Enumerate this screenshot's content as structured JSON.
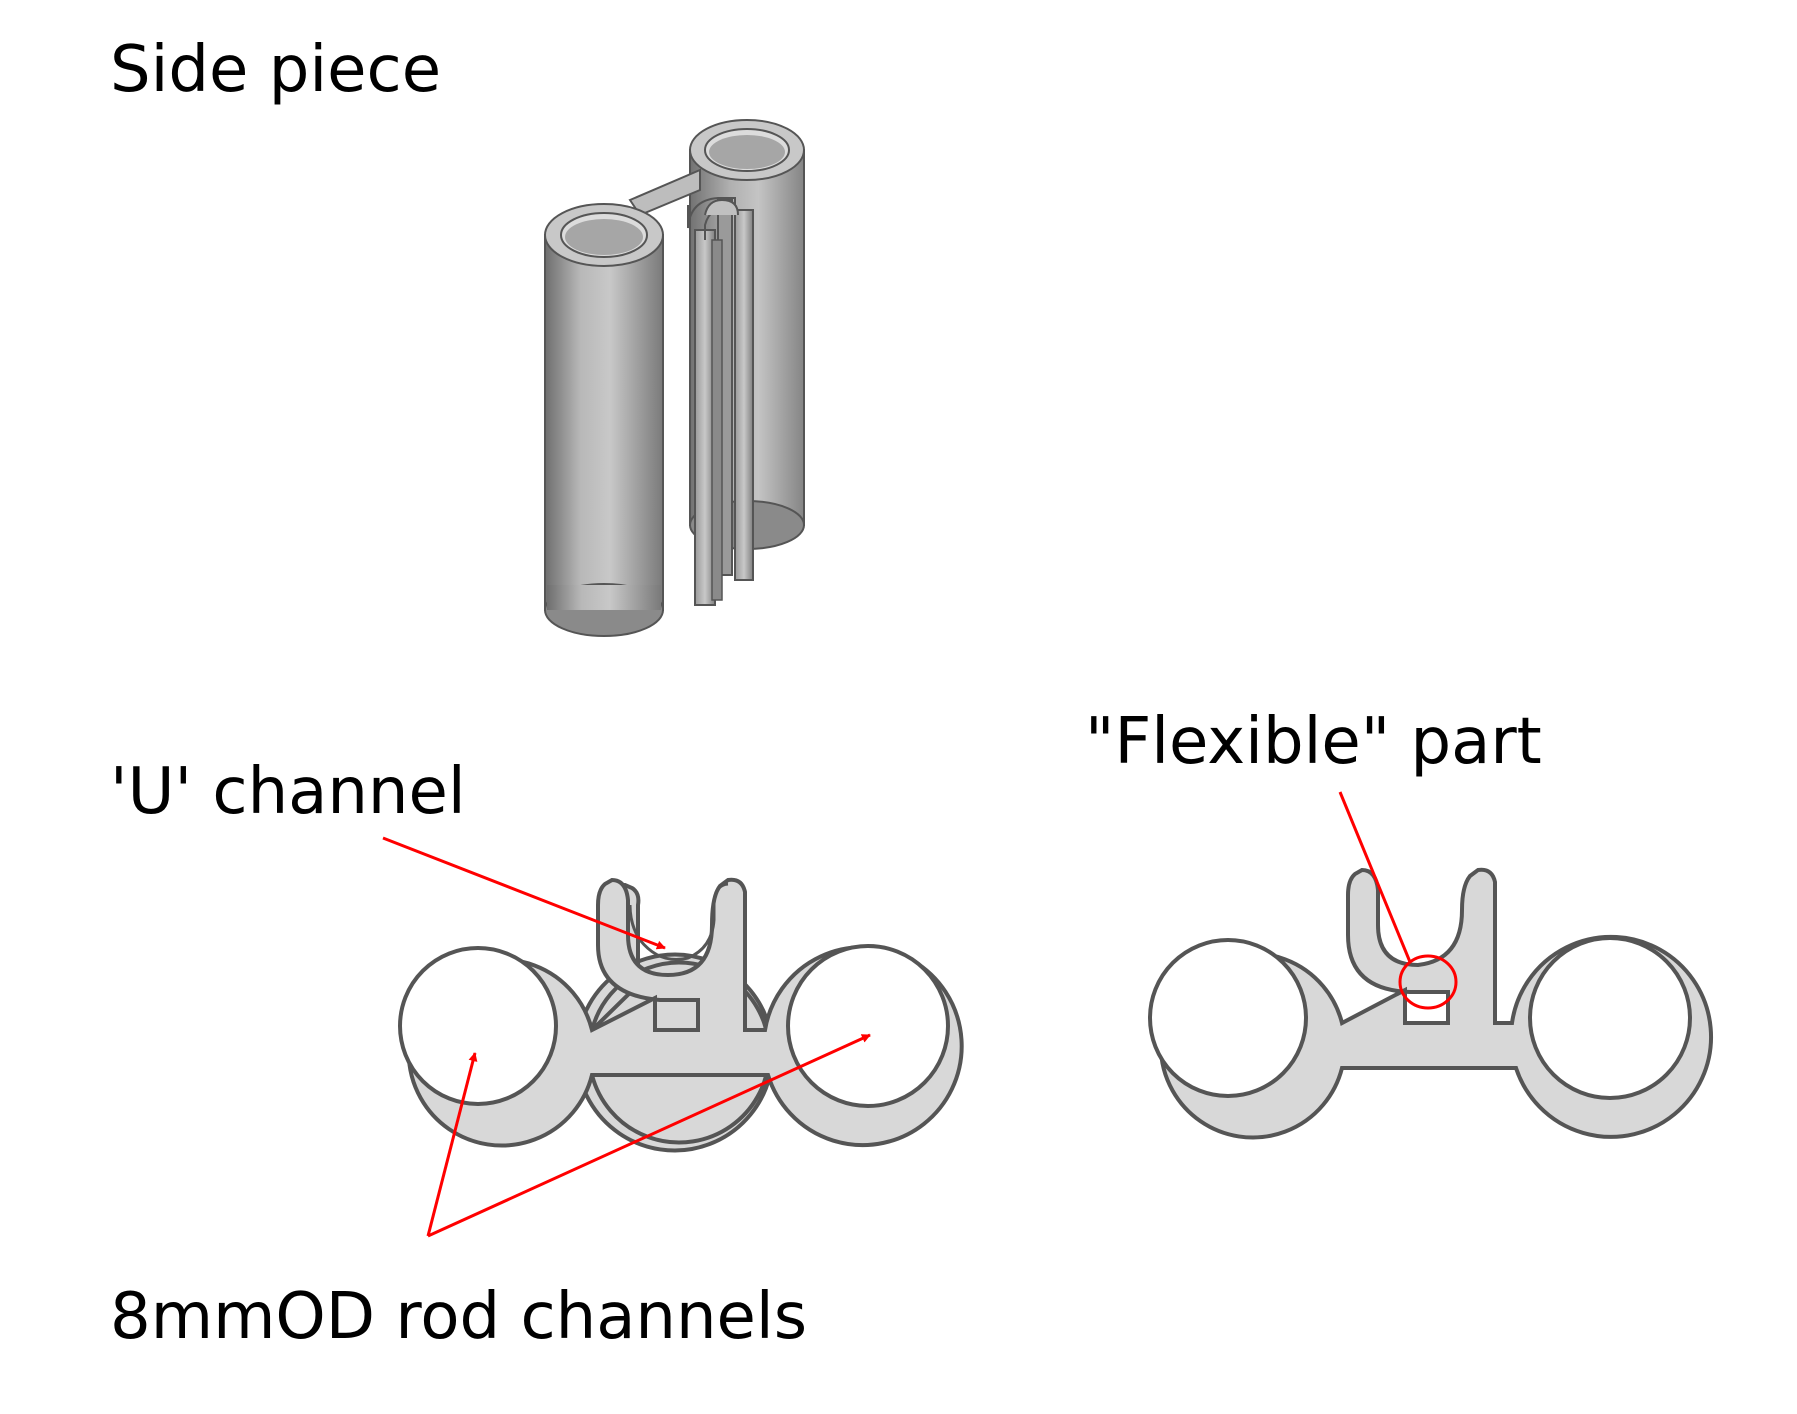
{
  "labels": {
    "title": "Side piece",
    "u_channel": "'U' channel",
    "flexible_part": "\"Flexible\" part",
    "rod_channels": "8mmOD rod channels"
  },
  "colors": {
    "annotation": "#ff0000",
    "part_fill": "#d8d8d8",
    "part_outline": "#555555",
    "part_dark": "#808080",
    "part_light": "#c0c0c0",
    "text": "#000000"
  }
}
